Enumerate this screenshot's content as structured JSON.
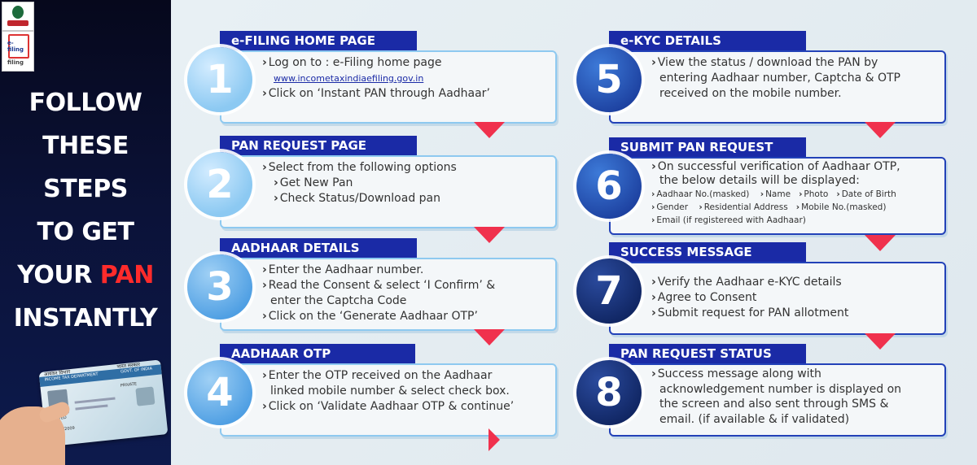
{
  "headline": {
    "line1": "FOLLOW",
    "line2": "THESE",
    "line3": "STEPS",
    "line4": "TO GET",
    "line5_pre": "YOUR ",
    "line5_pan": "PAN",
    "line6": "INSTANTLY"
  },
  "logos": {
    "efiling_text_1": "e-",
    "efiling_text_2": "filing",
    "efiling_text_3": "filing"
  },
  "pan_card": {
    "hindi_dept": "आयकर विभाग",
    "dept": "INCOME TAX DEPARTMENT",
    "gov_hindi": "भारत सरकार",
    "gov": "GOVT. OF INDIA",
    "limited": "LIMITED",
    "private": "PRIVATE",
    "date": "08/07/2009"
  },
  "colors": {
    "tab": "#1a2aa6",
    "arrow": "#f0314d",
    "accent_pan": "#ff2b2b"
  },
  "steps": [
    {
      "number": "1",
      "title": "e-FILING HOME PAGE",
      "lines": [
        "Log on to : e-Filing home page"
      ],
      "link": "www.incometaxindiaefiling.gov.in",
      "extra": [
        "Click on ‘Instant PAN through Aadhaar’"
      ]
    },
    {
      "number": "2",
      "title": "PAN REQUEST PAGE",
      "lines": [
        "Select from the following options"
      ],
      "sub": [
        "Get New Pan",
        "Check Status/Download pan"
      ]
    },
    {
      "number": "3",
      "title": "AADHAAR DETAILS",
      "lines": [
        "Enter the Aadhaar number.",
        "Read the Consent & select ‘I Confirm’ &",
        "enter the Captcha Code",
        "Click on the ‘Generate Aadhaar OTP’"
      ]
    },
    {
      "number": "4",
      "title": "AADHAAR OTP",
      "lines": [
        "Enter the OTP received on the Aadhaar",
        "linked mobile number & select check box.",
        "Click on ‘Validate Aadhaar OTP & continue’"
      ]
    },
    {
      "number": "5",
      "title": "e-KYC DETAILS",
      "lines": [
        "View the status / download the PAN by",
        "entering Aadhaar number, Captcha & OTP",
        "received on the mobile number."
      ]
    },
    {
      "number": "6",
      "title": "SUBMIT PAN REQUEST",
      "lines": [
        "On successful verification of Aadhaar OTP,",
        "the below details will be displayed:"
      ],
      "details_row1": [
        "Aadhaar No.(masked)",
        "Name",
        "Photo",
        "Date of Birth"
      ],
      "details_row2": [
        "Gender",
        "Residential Address",
        "Mobile No.(masked)"
      ],
      "details_row3": [
        "Email (if registereed with Aadhaar)"
      ]
    },
    {
      "number": "7",
      "title": "SUCCESS MESSAGE",
      "lines": [
        "Verify the Aadhaar e-KYC details",
        "Agree to Consent",
        "Submit request for PAN allotment"
      ]
    },
    {
      "number": "8",
      "title": "PAN REQUEST STATUS",
      "lines": [
        "Success message along with",
        "acknowledgement number is displayed on",
        "the screen and also sent through SMS &",
        "email. (if available & if validated)"
      ]
    }
  ]
}
